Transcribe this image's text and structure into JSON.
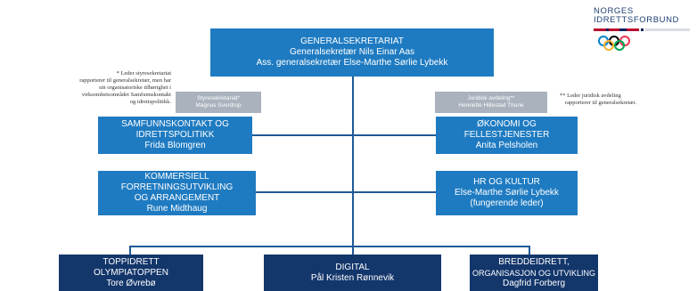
{
  "logo": {
    "line1": "NORGES",
    "line2": "IDRETTSFORBUND",
    "flag_colors": [
      "#ba0c2f",
      "#ffffff",
      "#00205b"
    ],
    "ring_colors": [
      "#0081c8",
      "#000000",
      "#ee334e",
      "#fcb131",
      "#00a651"
    ]
  },
  "colors": {
    "primary_box": "#1f7bc1",
    "dark_box": "#13366b",
    "staff_box": "#a9b2bd"
  },
  "top": {
    "title": "GENERALSEKRETARIAT",
    "line1": "Generalsekretær  Nils Einar Aas",
    "line2": "Ass. generalsekretær  Else-Marthe  Sørlie Lybekk"
  },
  "notes": {
    "left": [
      "* Leder styresekretariat",
      "rapporterer til generalsekretær, men har",
      "sin organisatoriske tilhørighet i",
      "virksomhetsområdet Samfunnskontakt",
      "og idrettspolitikk."
    ],
    "right": [
      "** Leder juridisk avdeling",
      "rapporterer til generalsekretær."
    ]
  },
  "staff_left": {
    "title": "Styresekretariat*",
    "name": "Magnus Sverdrup"
  },
  "staff_right": {
    "title": "Juridisk avdeling**",
    "name": "Henriette Hillestad Thune"
  },
  "mid": {
    "samfunn": {
      "title1": "SAMFUNNSKONTAKT  OG",
      "title2": "IDRETTSPOLITIKK",
      "name": "Frida  Blomgren"
    },
    "okonomi": {
      "title1": "ØKONOMI  OG",
      "title2": "FELLESTJENESTER",
      "name": "Anita  Pelsholen"
    },
    "kommersiell": {
      "title1": "KOMMERSIELL",
      "title2": "FORRETNINGSUTVIKLING",
      "title3": "OG  ARRANGEMENT",
      "name": "Rune  Midthaug"
    },
    "hr": {
      "title1": "HR  OG  KULTUR",
      "name": "Else-Marthe  Sørlie  Lybekk",
      "name2": "(fungerende   leder)"
    }
  },
  "bottom": {
    "toppidrett": {
      "title1": "TOPPIDRETT",
      "title2": "OLYMPIATOPPEN",
      "name": "Tore  Øvrebø"
    },
    "digital": {
      "title1": "DIGITAL",
      "name": "Pål Kristen  Rønnevik"
    },
    "breddeidrett": {
      "title1": "BREDDEIDRETT,",
      "title2": "ORGANISASJON  OG  UTVIKLING",
      "name": "Dagfrid  Forberg"
    }
  }
}
